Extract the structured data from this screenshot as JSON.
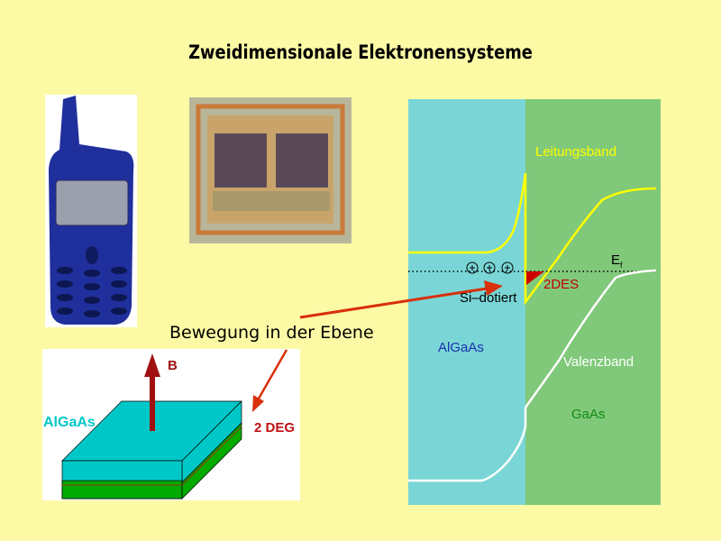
{
  "slide": {
    "title": "Zweidimensionale Elektronensysteme",
    "caption": "Bewegung in der Ebene"
  },
  "layer_diagram": {
    "field_label": "B",
    "top_layer_label": "AlGaAs",
    "gas_label": "2 DEG"
  },
  "band_diagram": {
    "conduction_band": "Leitungsband",
    "fermi_level": "E",
    "fermi_subscript": "f",
    "electron_gas": "2DES",
    "doping": "Si–dotiert",
    "left_material": "AlGaAs",
    "valence_band": "Valenzband",
    "right_material": "GaAs"
  },
  "colors": {
    "background": "#fdfaa6",
    "algaas": "#7ad6d6",
    "gaas": "#80c87a",
    "arrow": "#d8300c",
    "band_yellow": "#ffff00"
  }
}
